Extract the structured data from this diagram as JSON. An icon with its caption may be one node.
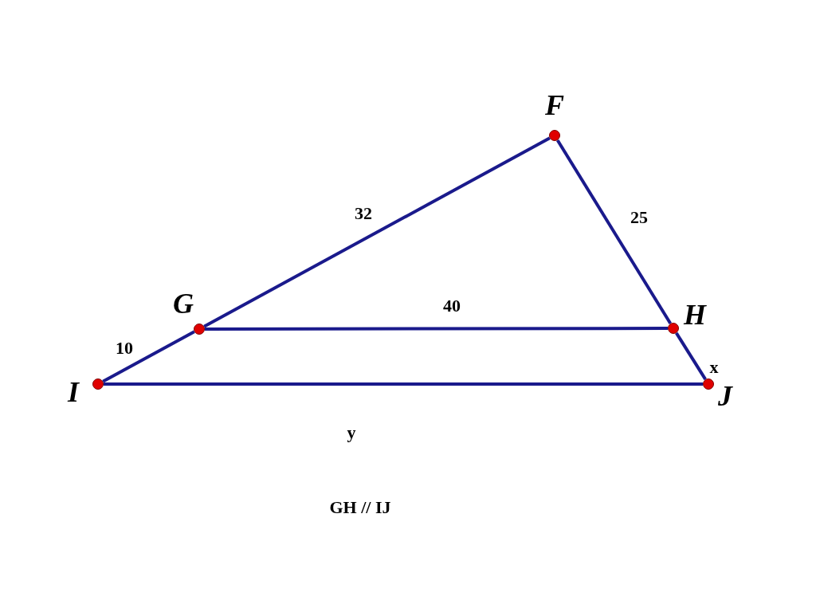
{
  "diagram": {
    "nodes": [
      {
        "text": [
          "F"
        ]
      },
      {
        "text": [
          "G"
        ]
      },
      {
        "text": [
          "H"
        ]
      },
      {
        "text": [
          "I"
        ]
      },
      {
        "text": [
          "J"
        ]
      }
    ],
    "edges": [
      {
        "from": 0,
        "to": 1,
        "arrow": "none",
        "label": "32"
      },
      {
        "from": 0,
        "to": 2,
        "arrow": "none",
        "label": "25"
      },
      {
        "from": 1,
        "to": 2,
        "arrow": "none",
        "label": "40"
      },
      {
        "from": 3,
        "to": 1,
        "arrow": "none",
        "label": "10"
      },
      {
        "from": 2,
        "to": 4,
        "arrow": "none",
        "label": "x"
      },
      {
        "from": 3,
        "to": 4,
        "arrow": "none",
        "label": "y"
      }
    ],
    "labels": [
      "GH // IJ"
    ]
  }
}
